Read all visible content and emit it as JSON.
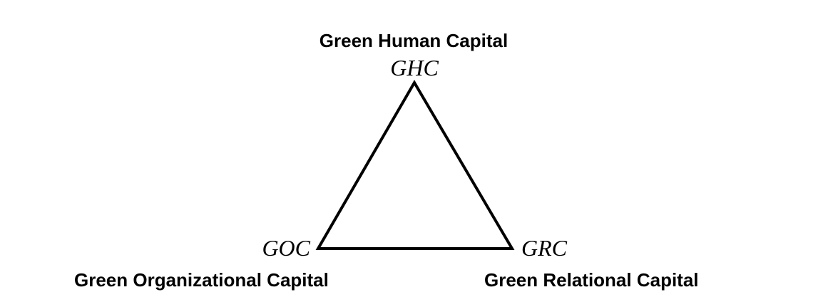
{
  "diagram": {
    "nodes": {
      "top": {
        "full_name": "Green Human Capital",
        "abbreviation": "GHC"
      },
      "bottom_left": {
        "full_name": "Green Organizational Capital",
        "abbreviation": "GOC"
      },
      "bottom_right": {
        "full_name": "Green Relational Capital",
        "abbreviation": "GRC"
      }
    },
    "colors": {
      "background": "#ffffff",
      "stroke": "#000000",
      "text": "#000000"
    }
  }
}
